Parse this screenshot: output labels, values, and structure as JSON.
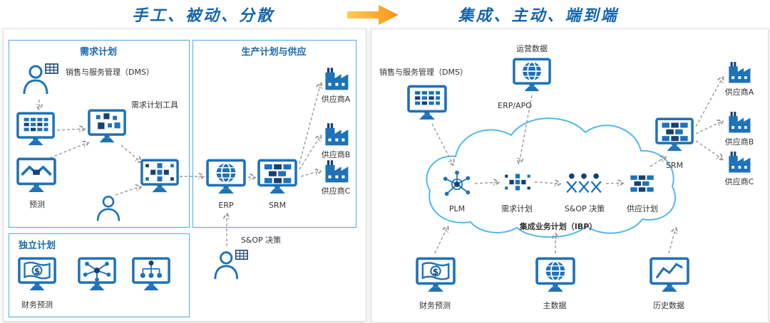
{
  "header": {
    "left_title": "手工、被动、分散",
    "right_title": "集成、主动、端到端"
  },
  "left_panel": {
    "demand_box": {
      "title": "需求计划",
      "dms_label": "销售与服务管理（DMS）",
      "tool_label": "需求计划工具",
      "forecast_label": "预测"
    },
    "production_box": {
      "title": "生产计划与供应",
      "erp_label": "ERP",
      "srm_label": "SRM",
      "sop_label": "S&OP 决策",
      "suppliers": [
        "供应商A",
        "供应商B",
        "供应商C"
      ]
    },
    "independent_box": {
      "title": "独立计划",
      "finance_label": "财务预测"
    }
  },
  "right_panel": {
    "ops_data_label": "运营数据",
    "dms_label": "销售与服务管理（DMS）",
    "erp_apo_label": "ERP/APO",
    "cloud": {
      "plm_label": "PLM",
      "demand_label": "需求计划",
      "sop_label": "S&OP 决策",
      "supply_label": "供应计划",
      "ibp_label": "集成业务计划（IBP）"
    },
    "srm_label": "SRM",
    "suppliers": [
      "供应商A",
      "供应商B",
      "供应商C"
    ],
    "finance_label": "财务预测",
    "master_data_label": "主数据",
    "history_label": "历史数据"
  },
  "icons": {
    "person": "user silhouette",
    "person-sheet": "user with spreadsheet",
    "monitor-grid": "monitor with data table",
    "monitor-dots": "monitor with analytics blocks",
    "monitor-handshake": "monitor with handshake",
    "monitor-blocks": "monitor with planning blocks",
    "monitor-globe": "monitor with globe",
    "monitor-bricks": "monitor with brick blocks",
    "monitor-money": "monitor with banknote",
    "monitor-network": "monitor with network hub",
    "monitor-orgchart": "monitor with org tree",
    "monitor-linechart": "monitor with trend line",
    "factory": "supplier factory building",
    "hub": "PLM network node",
    "people3": "three-person team",
    "cloud": "cloud platform outline"
  },
  "colors": {
    "title_blue": "#1565AE",
    "primary_blue": "#1A6AB0",
    "icon_blue": "#1E72B8",
    "dark_navy": "#17406F",
    "box_border": "#4AACDE",
    "cloud_border": "#53B9E9",
    "arrow_gray": "#999999",
    "accent_yellow": "#F9A21B",
    "label_gray": "#333333"
  }
}
